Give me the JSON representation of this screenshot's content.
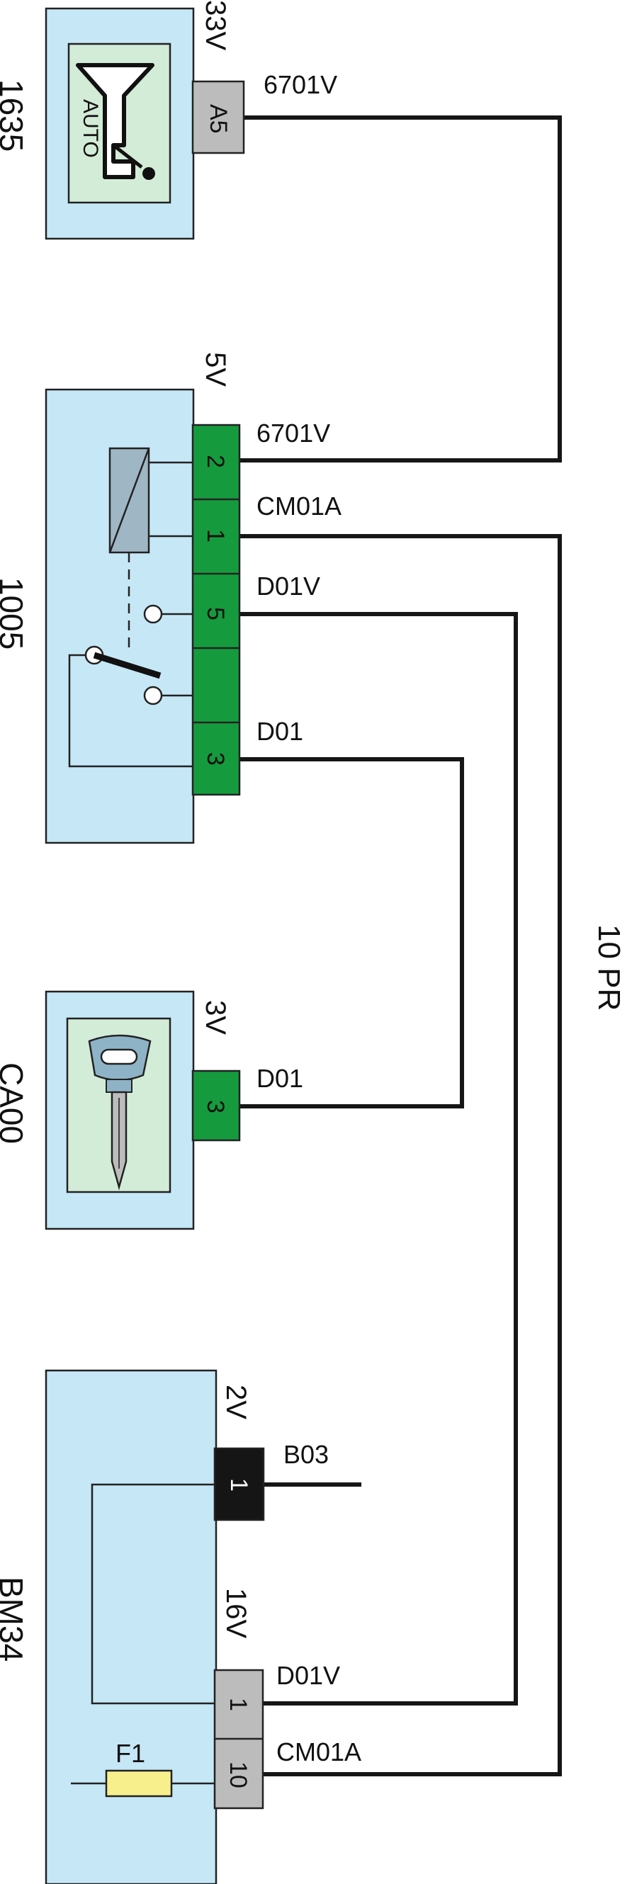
{
  "harness_label": "10 PR",
  "components": [
    {
      "id": "1635",
      "voltage": "33V",
      "connector_color": "#bcbcbc",
      "icon": "auto-wiper-switch-icon",
      "icon_text": "AUTO",
      "pins": [
        {
          "label": "A5",
          "wire": "6701V"
        }
      ]
    },
    {
      "id": "1005",
      "voltage": "5V",
      "connector_color": "#159b3e",
      "icon": "relay-icon",
      "pins": [
        {
          "label": "2",
          "wire": "6701V"
        },
        {
          "label": "1",
          "wire": "CM01A"
        },
        {
          "label": "5",
          "wire": "D01V"
        },
        {
          "label": "",
          "wire": ""
        },
        {
          "label": "3",
          "wire": "D01"
        }
      ]
    },
    {
      "id": "CA00",
      "voltage": "3V",
      "connector_color": "#159b3e",
      "icon": "ignition-key-icon",
      "pins": [
        {
          "label": "3",
          "wire": "D01"
        }
      ]
    },
    {
      "id": "BM34",
      "connectors": [
        {
          "voltage": "2V",
          "color": "#151515",
          "pins": [
            {
              "label": "1",
              "wire": "B03"
            }
          ]
        },
        {
          "voltage": "16V",
          "color": "#bcbcbc",
          "pins": [
            {
              "label": "1",
              "wire": "D01V"
            },
            {
              "label": "10",
              "wire": "CM01A"
            }
          ]
        }
      ],
      "fuse": "F1",
      "icon": "fuse-icon"
    }
  ],
  "colors": {
    "box_fill": "#c6e7f6",
    "icon_panel": "#d3ecd7",
    "wire": "#161616",
    "fuse_fill": "#f7ef8c"
  }
}
